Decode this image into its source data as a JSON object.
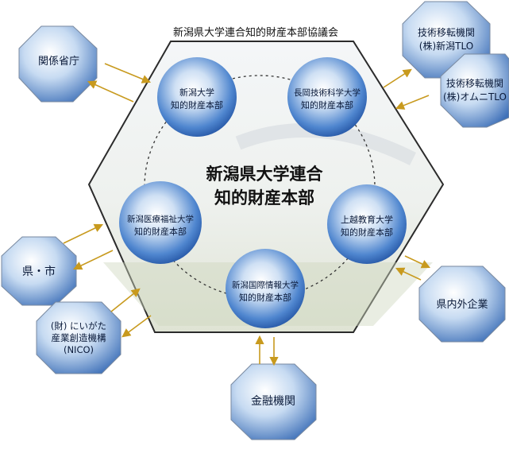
{
  "council_title": "新潟県大学連合知的財産本部協議会",
  "center": {
    "line1": "新潟県大学連合",
    "line2": "知的財産本部"
  },
  "universities": [
    {
      "id": "niigata-univ",
      "line1": "新潟大学",
      "line2": "知的財産本部"
    },
    {
      "id": "nagaoka-tech",
      "line1": "長岡技術科学大学",
      "line2": "知的財産本部"
    },
    {
      "id": "iryo-fukushi",
      "line1": "新潟医療福祉大学",
      "line2": "知的財産本部"
    },
    {
      "id": "joetsu-edu",
      "line1": "上越教育大学",
      "line2": "知的財産本部"
    },
    {
      "id": "kokusai-joho",
      "line1": "新潟国際情報大学",
      "line2": "知的財産本部"
    }
  ],
  "partners": {
    "kankei_shocho": {
      "line1": "関係省庁"
    },
    "tlo_niigata": {
      "line1": "技術移転機関",
      "line2": "(株)新潟TLO"
    },
    "tlo_omuni": {
      "line1": "技術移転機関",
      "line2": "(株)オムニTLO"
    },
    "ken_shi": {
      "line1": "県・市"
    },
    "nico": {
      "line1": "(財) にいがた",
      "line2": "産業創造機構",
      "line3": "(NICO)"
    },
    "kennai_kigyo": {
      "line1": "県内外企業"
    },
    "kinyu": {
      "line1": "金融機関"
    }
  },
  "colors": {
    "hexagon_stroke": "#2b2b2b",
    "arrow": "#c89a1e",
    "sky_light": "#dbe9f7",
    "sky_deep": "#3a75c4",
    "octagon_stroke": "#7a8aa0"
  }
}
